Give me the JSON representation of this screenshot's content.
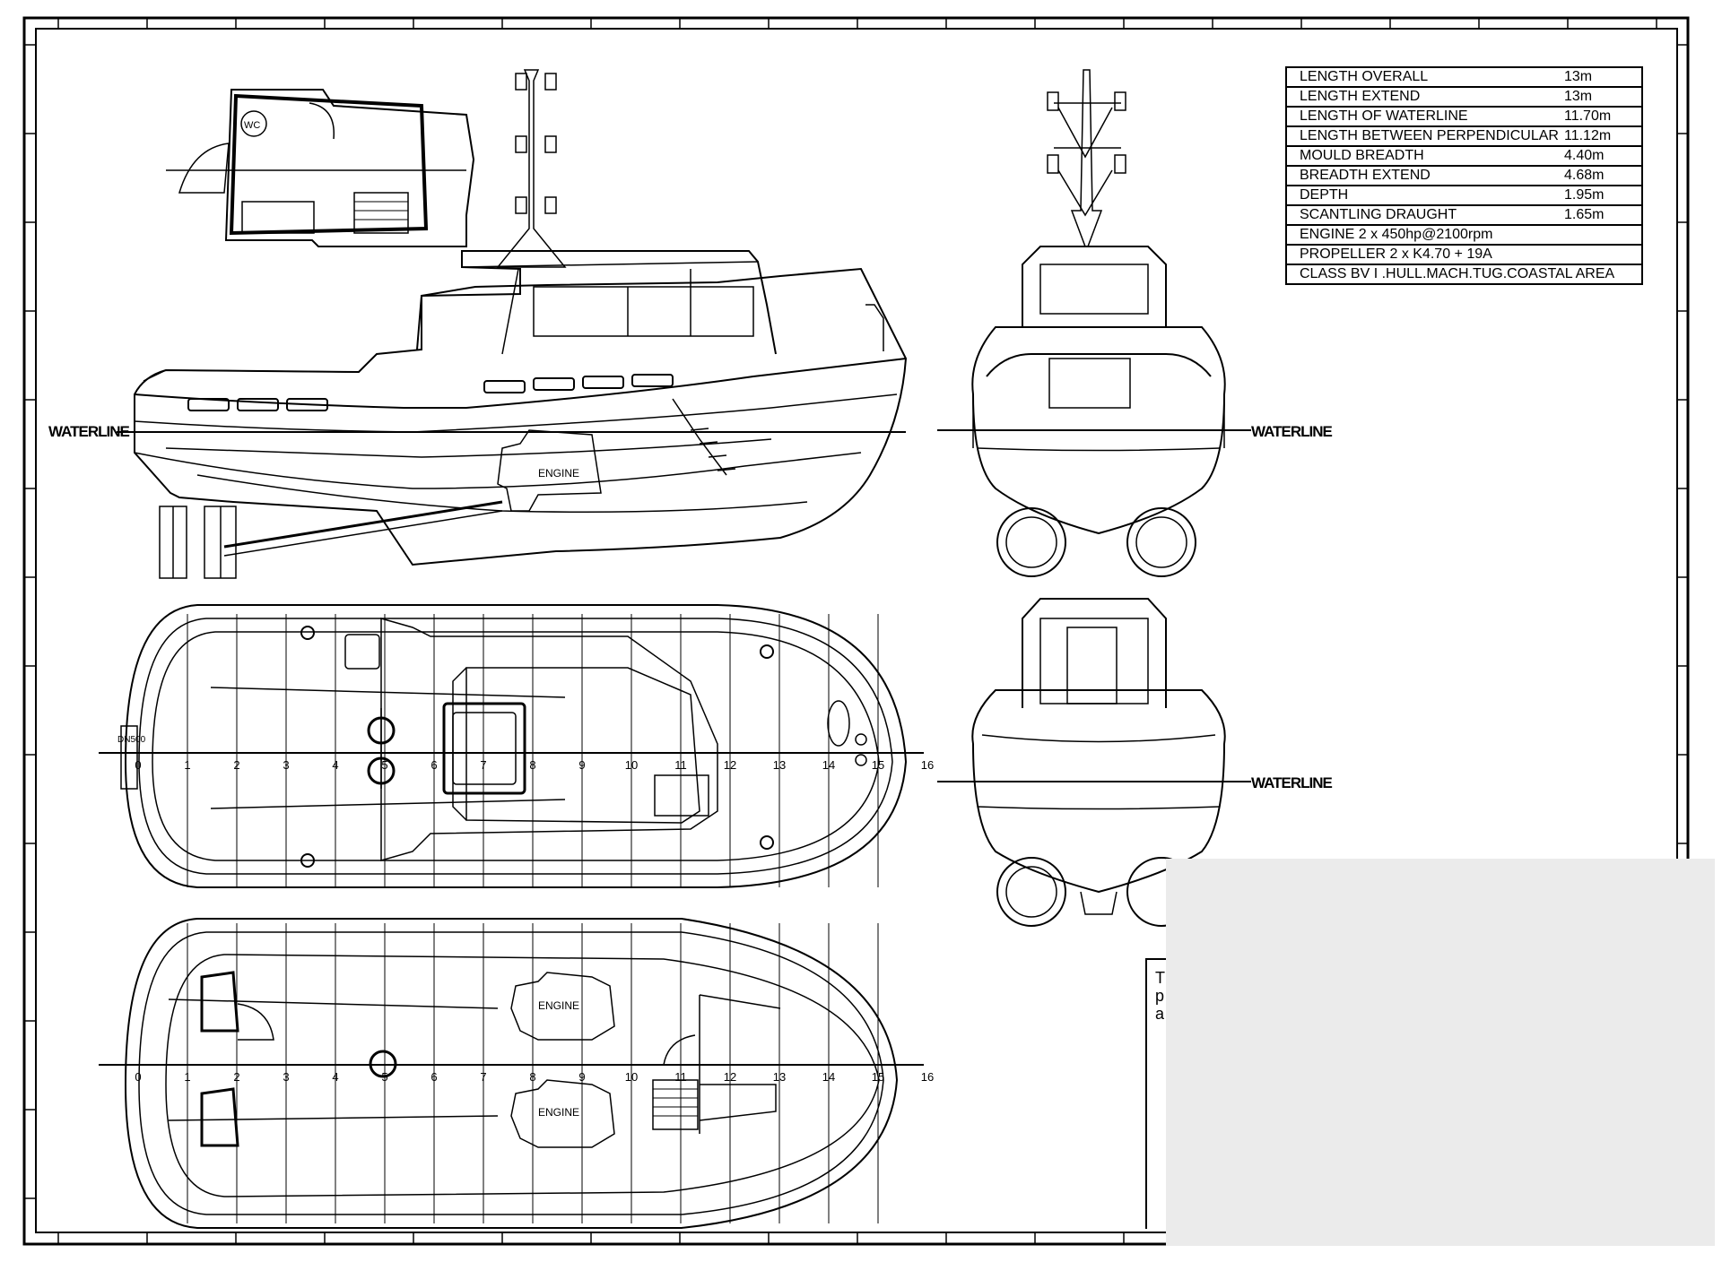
{
  "specs": [
    {
      "label": "LENGTH OVERALL",
      "value": "13m"
    },
    {
      "label": "LENGTH EXTEND",
      "value": "13m"
    },
    {
      "label": "LENGTH OF WATERLINE",
      "value": "11.70m"
    },
    {
      "label": "LENGTH BETWEEN PERPENDICULAR",
      "value": "11.12m"
    },
    {
      "label": "MOULD BREADTH",
      "value": "4.40m"
    },
    {
      "label": "BREADTH EXTEND",
      "value": "4.68m"
    },
    {
      "label": "DEPTH",
      "value": "1.95m"
    },
    {
      "label": "SCANTLING DRAUGHT",
      "value": "1.65m"
    }
  ],
  "specs_full": [
    "ENGINE 2 x 450hp@2100rpm",
    "PROPELLER 2 x K4.70 + 19A",
    "CLASS BV I .HULL.MACH.TUG.COASTAL AREA"
  ],
  "labels": {
    "waterline": "WATERLINE",
    "engine": "ENGINE",
    "wc": "WC",
    "dn": "DN500"
  },
  "title_fragment": [
    "T",
    "p",
    "a"
  ],
  "frame_numbers": [
    "0",
    "1",
    "2",
    "3",
    "4",
    "5",
    "6",
    "7",
    "8",
    "9",
    "10",
    "11",
    "12",
    "13",
    "14",
    "15",
    "16"
  ]
}
